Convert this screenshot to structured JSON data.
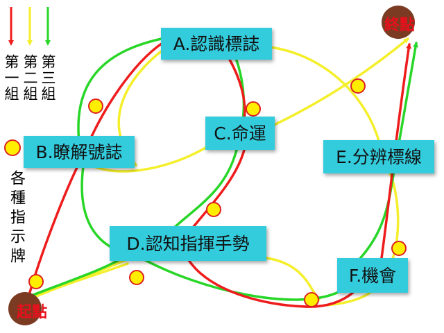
{
  "colors": {
    "red_route": "#ee1c1c",
    "yellow_route": "#f4ef2a",
    "green_route": "#28d628",
    "box_fill": "#33ccdd",
    "marker_fill": "#ffee00",
    "marker_stroke": "#dd2020",
    "node_fill": "#7a3b22",
    "node_text": "#e8101c"
  },
  "legend": {
    "items": [
      {
        "text": "第一組",
        "color": "red"
      },
      {
        "text": "第二組",
        "color": "yellow"
      },
      {
        "text": "第三組",
        "color": "green"
      }
    ]
  },
  "signs_label": "各種指示牌",
  "stations": {
    "a": "A.認識標誌",
    "b": "B.瞭解號誌",
    "c": "C.命運",
    "d": "D.認知指揮手勢",
    "e": "E.分辨標線",
    "f": "F.機會"
  },
  "start_label": "起點",
  "end_label": "終點"
}
